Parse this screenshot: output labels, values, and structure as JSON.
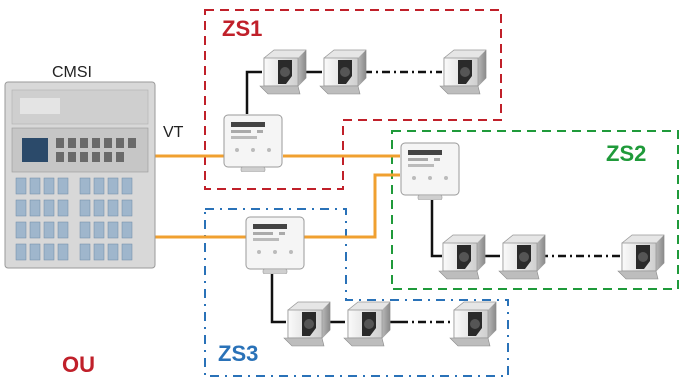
{
  "labels": {
    "cmsi": "CMSI",
    "vt": "VT",
    "ou": "OU"
  },
  "zones": [
    {
      "id": "zs1",
      "label": "ZS1",
      "color": "#c0202a"
    },
    {
      "id": "zs2",
      "label": "ZS2",
      "color": "#1f9a3a"
    },
    {
      "id": "zs3",
      "label": "ZS3",
      "color": "#2a72b8"
    }
  ],
  "colors": {
    "cable": "#f0a030",
    "ou": "#c0202a",
    "link": "#111111"
  },
  "icons": {
    "controller": "cmsi-panel-icon",
    "module": "zone-module-icon",
    "actuator": "damper-actuator-icon"
  }
}
